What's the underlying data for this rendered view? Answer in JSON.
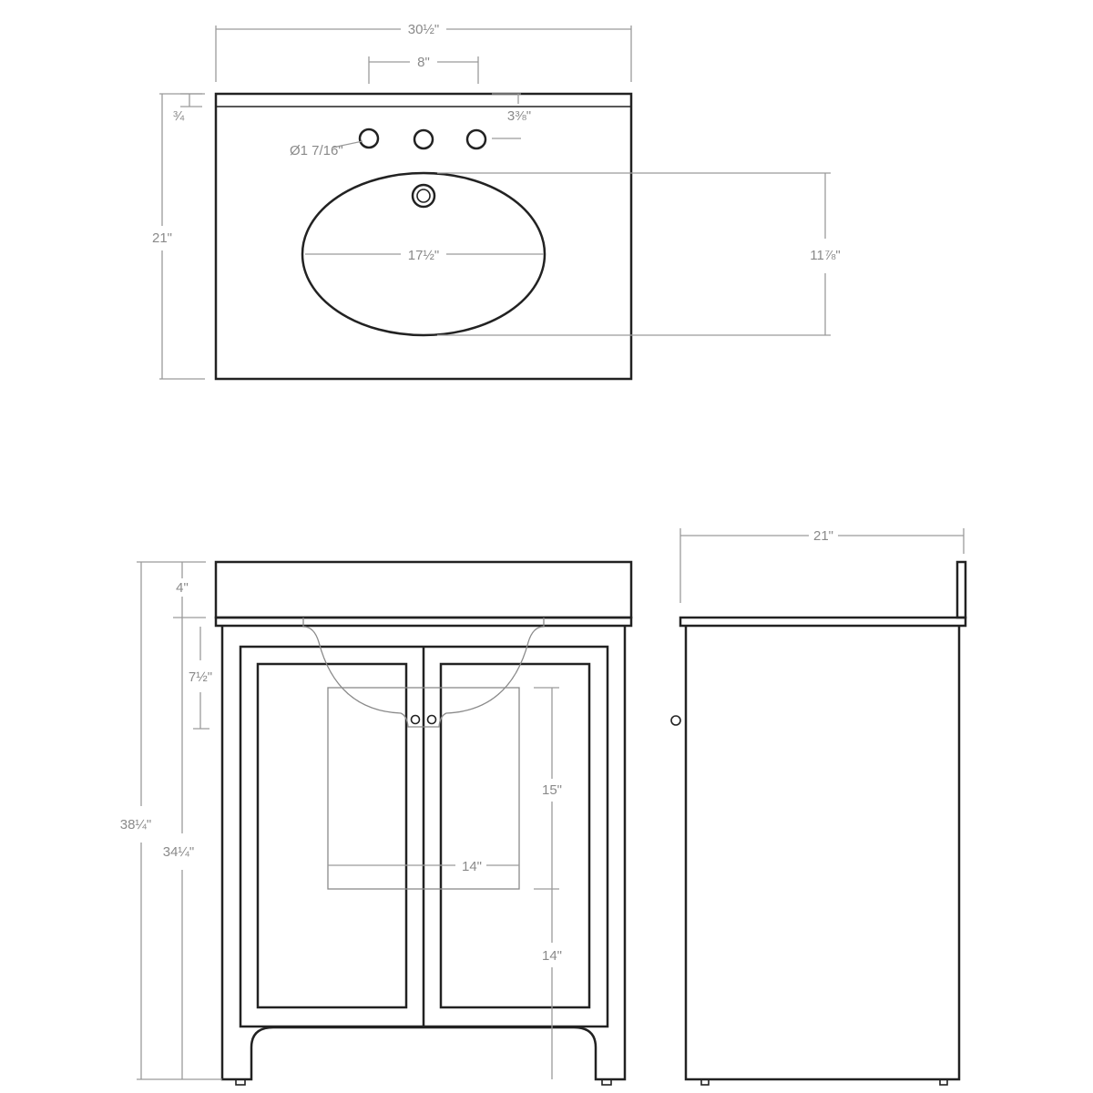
{
  "top_view": {
    "overall_width": "30½\"",
    "faucet_spread": "8\"",
    "backsplash_thickness": "¾",
    "hole_offset": "3⅜\"",
    "hole_diameter": "Ø1 7/16\"",
    "depth": "21\"",
    "basin_width": "17½\"",
    "basin_depth": "11⅞\""
  },
  "front_view": {
    "backsplash_height": "4\"",
    "overall_height": "38¼\"",
    "cabinet_height": "34¼\"",
    "basin_drop": "7½\"",
    "interior_height": "15\"",
    "interior_width": "14\"",
    "floor_clearance": "14\""
  },
  "side_view": {
    "depth": "21\""
  }
}
